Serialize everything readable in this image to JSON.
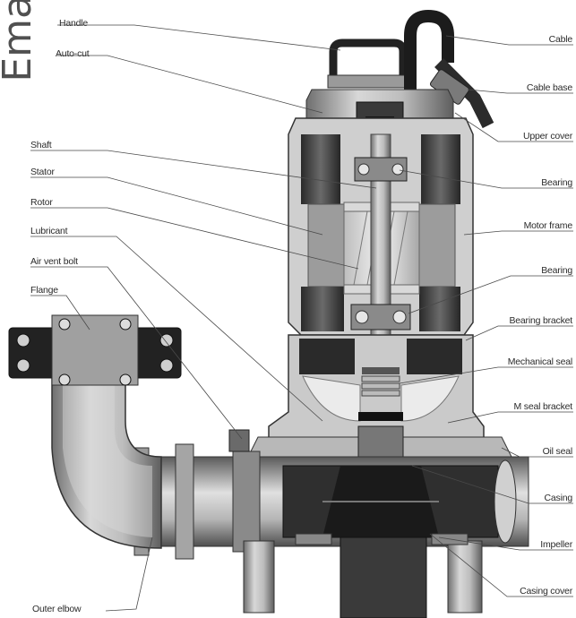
{
  "watermark": "Ema",
  "labels_left": {
    "handle": "Handle",
    "auto_cut": "Auto-cut",
    "shaft": "Shaft",
    "stator": "Stator",
    "rotor": "Rotor",
    "lubricant": "Lubricant",
    "air_vent_bolt": "Air vent bolt",
    "flange": "Flange",
    "outer_elbow": "Outer elbow"
  },
  "labels_right": {
    "cable": "Cable",
    "cable_base": "Cable base",
    "upper_cover": "Upper cover",
    "bearing_upper": "Bearing",
    "motor_frame": "Motor frame",
    "bearing_lower": "Bearing",
    "bearing_bracket": "Bearing bracket",
    "mechanical_seal": "Mechanical seal",
    "m_seal_bracket": "M seal bracket",
    "oil_seal": "Oil seal",
    "casing": "Casing",
    "impeller": "Impeller",
    "casing_cover": "Casing cover"
  }
}
